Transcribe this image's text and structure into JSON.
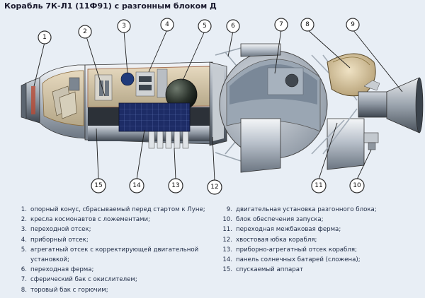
{
  "title": "Корабль 7К-Л1 (11Ф91) с разгонным блоком Д",
  "callouts": [
    {
      "n": "1"
    },
    {
      "n": "2"
    },
    {
      "n": "3"
    },
    {
      "n": "4"
    },
    {
      "n": "5"
    },
    {
      "n": "6"
    },
    {
      "n": "7"
    },
    {
      "n": "8"
    },
    {
      "n": "9"
    },
    {
      "n": "10"
    },
    {
      "n": "11"
    },
    {
      "n": "12"
    },
    {
      "n": "13"
    },
    {
      "n": "14"
    },
    {
      "n": "15"
    }
  ],
  "legend_left": [
    {
      "num": "1.",
      "text": "опорный конус, сбрасываемый перед стартом к Луне;"
    },
    {
      "num": "2.",
      "text": "кресла космонавтов с ложементами;"
    },
    {
      "num": "3.",
      "text": "переходной отсек;"
    },
    {
      "num": "4.",
      "text": "приборный отсек;"
    },
    {
      "num": "5.",
      "text": "агрегатный отсек с корректирующей двигательной установкой;"
    },
    {
      "num": "6.",
      "text": "переходная ферма;"
    },
    {
      "num": "7.",
      "text": "сферический бак с окислителем;"
    },
    {
      "num": "8.",
      "text": "торовый бак с горючим;"
    }
  ],
  "legend_right": [
    {
      "num": "9.",
      "text": "двигательная установка разгонного блока;"
    },
    {
      "num": "10.",
      "text": "блок обеспечения запуска;"
    },
    {
      "num": "11.",
      "text": "переходная межбаковая ферма;"
    },
    {
      "num": "12.",
      "text": "хвостовая юбка корабля;"
    },
    {
      "num": "13.",
      "text": "приборно-агрегатный отсек корабля;"
    },
    {
      "num": "14.",
      "text": "панель солнечных батарей (сложена);"
    },
    {
      "num": "15.",
      "text": "спускаемый аппарат"
    }
  ]
}
